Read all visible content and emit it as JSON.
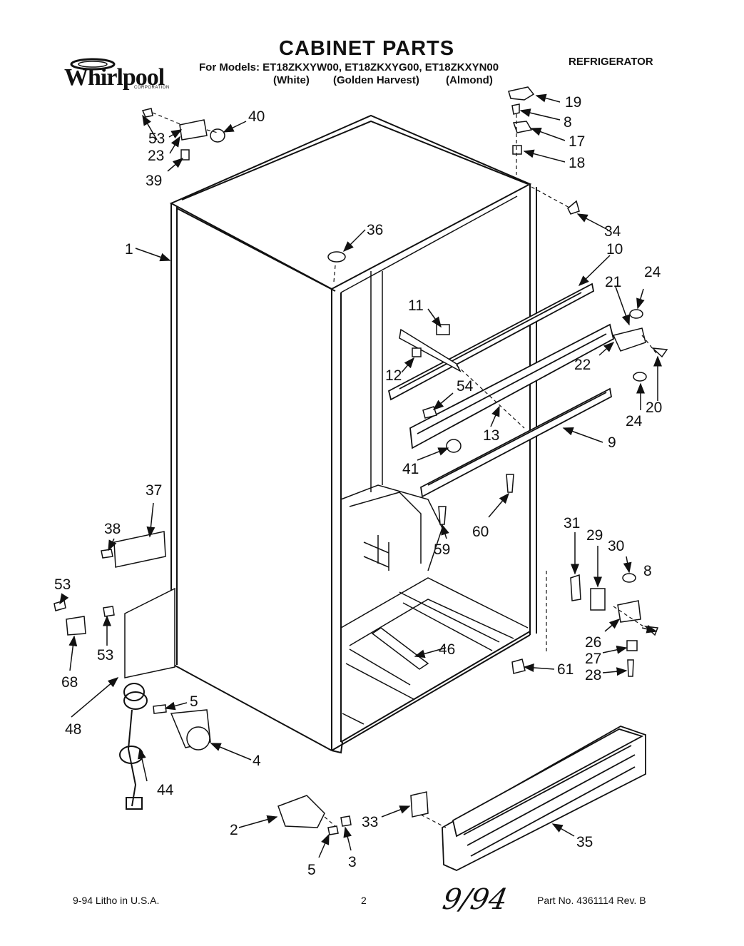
{
  "header": {
    "brand": "Whirlpool",
    "brand_sub": "CORPORATION",
    "title": "CABINET PARTS",
    "models_line": "For Models: ET18ZKXYW00, ET18ZKXYG00, ET18ZKXYN00",
    "variants": [
      "(White)",
      "(Golden Harvest)",
      "(Almond)"
    ],
    "category": "REFRIGERATOR"
  },
  "callouts": {
    "c1": "1",
    "c2": "2",
    "c3": "3",
    "c4": "4",
    "c5a": "5",
    "c5b": "5",
    "c8a": "8",
    "c8b": "8",
    "c9": "9",
    "c10": "10",
    "c11": "11",
    "c12": "12",
    "c13": "13",
    "c17": "17",
    "c18": "18",
    "c19": "19",
    "c20": "20",
    "c21": "21",
    "c22": "22",
    "c23": "23",
    "c24a": "24",
    "c24b": "24",
    "c26": "26",
    "c27": "27",
    "c28": "28",
    "c29": "29",
    "c30": "30",
    "c31": "31",
    "c33": "33",
    "c34": "34",
    "c35": "35",
    "c36": "36",
    "c37": "37",
    "c38": "38",
    "c39": "39",
    "c40": "40",
    "c41": "41",
    "c44": "44",
    "c46": "46",
    "c48": "48",
    "c53a": "53",
    "c53b": "53",
    "c53c": "53",
    "c54": "54",
    "c59": "59",
    "c60": "60",
    "c61": "61",
    "c68": "68"
  },
  "footer": {
    "left": "9-94  Litho in U.S.A.",
    "page": "2",
    "handwritten": "9/94",
    "part_no": "Part No. 4361114 Rev. B"
  }
}
